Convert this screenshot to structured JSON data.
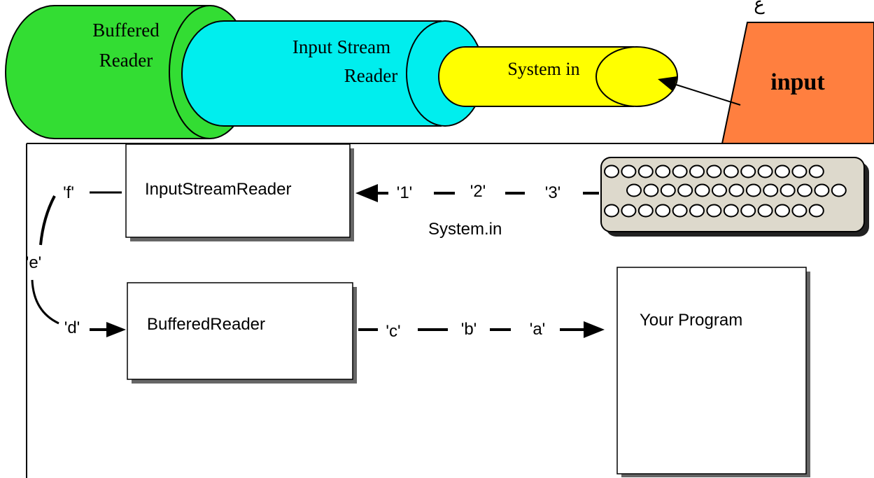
{
  "top_panel": {
    "corner_text": "ع",
    "buffered_reader_line1": "Buffered",
    "buffered_reader_line2": "Reader",
    "input_stream_reader_line1": "Input Stream",
    "input_stream_reader_line2": "Reader",
    "system_in": "System  in",
    "input": "input"
  },
  "bottom_panel": {
    "input_stream_reader": "InputStreamReader",
    "buffered_reader": "BufferedReader",
    "your_program": "Your Program",
    "system_in": "System.in",
    "chars_in": [
      "'1'",
      "'2'",
      "'3'"
    ],
    "chars_out": [
      "'c'",
      "'b'",
      "'a'"
    ],
    "chars_side": [
      "'f'",
      "'e'",
      "'d'"
    ],
    "keyboard_key_rows": [
      13,
      13,
      13
    ]
  },
  "colors": {
    "green": "#33dd33",
    "cyan": "#00eeee",
    "yellow": "#ffff00",
    "orange": "#ff7f3f",
    "keyboard": "#ddd9cc"
  }
}
